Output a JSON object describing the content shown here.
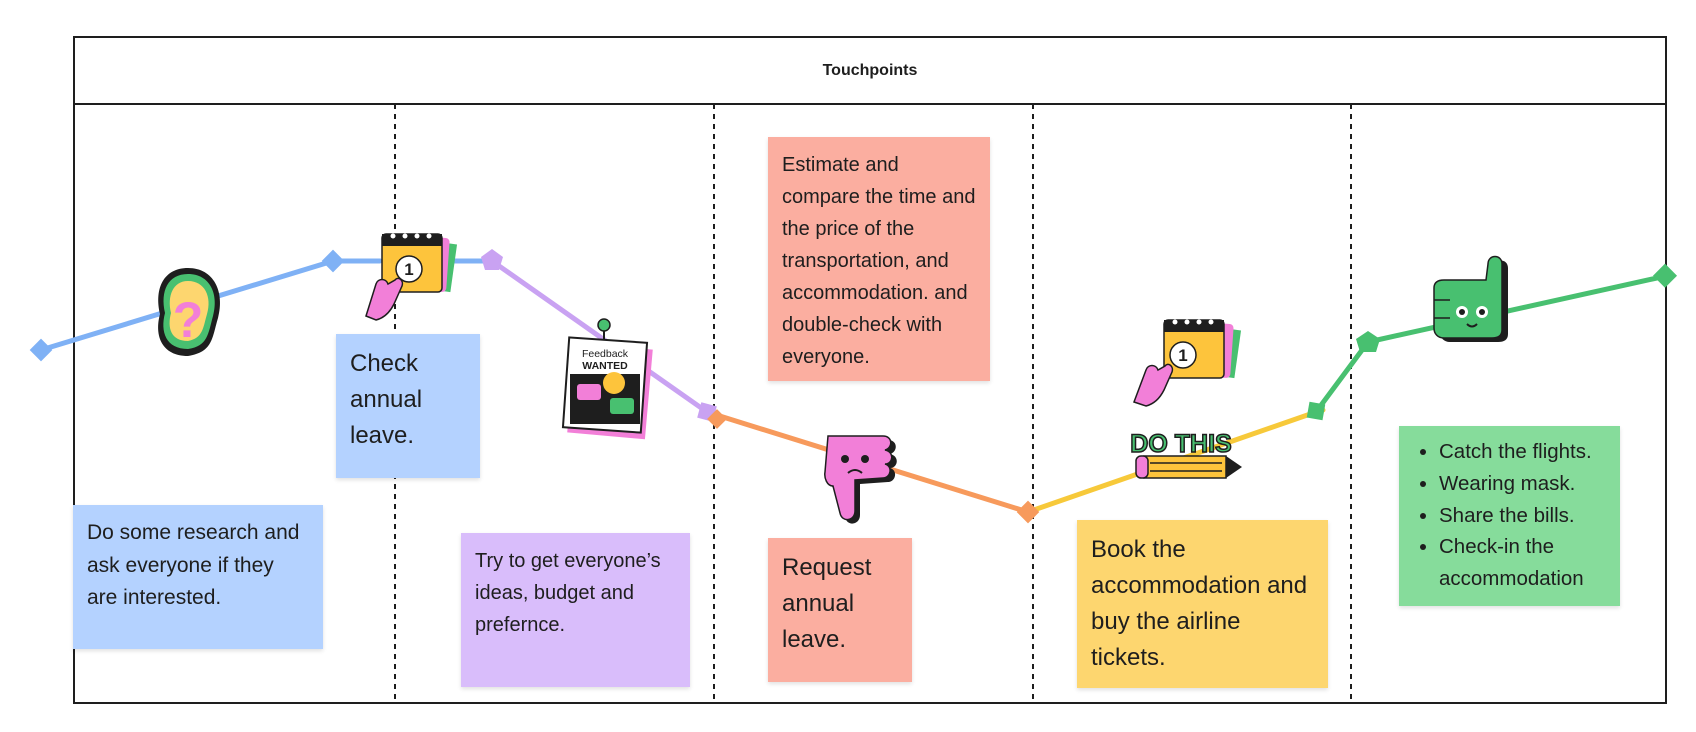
{
  "frame": {
    "title": "Touchpoints"
  },
  "stickies": {
    "research": "Do some research and ask everyone if they are interested.",
    "check_leave": "Check annual leave.",
    "ideas": "Try to get everyone’s ideas, budget and prefernce.",
    "estimate": "Estimate and compare the time and the price of the transportation, and accommodation. and double-check with everyone.",
    "request_leave": "Request annual leave.",
    "book": "Book the accommodation and buy the airline tickets.",
    "final_list": [
      "Catch the flights.",
      "Wearing mask.",
      "Share the bills.",
      "Check-in the accommodation"
    ]
  },
  "stickers": {
    "feedback_line1": "Feedback",
    "feedback_line2": "WANTED",
    "do_this": "DO THIS",
    "calendar_day": "1",
    "question_mark": "?"
  },
  "icons": [
    "question-mark-sticker-icon",
    "calendar-sticker-icon",
    "feedback-wanted-sticker-icon",
    "thumbs-down-sticker-icon",
    "do-this-pencil-sticker-icon",
    "thumbs-up-sticker-icon"
  ],
  "colors": {
    "blue_sticky": "#b4d2ff",
    "purple_sticky": "#d9bdfb",
    "red_sticky": "#fbaea0",
    "yellow_sticky": "#fdd66f",
    "green_sticky": "#86dc9b",
    "blue_line": "#7fb1f5",
    "purple_line": "#c9a2f2",
    "orange_line": "#f79a5c",
    "yellow_line": "#f7c93a",
    "green_line": "#48c070"
  }
}
